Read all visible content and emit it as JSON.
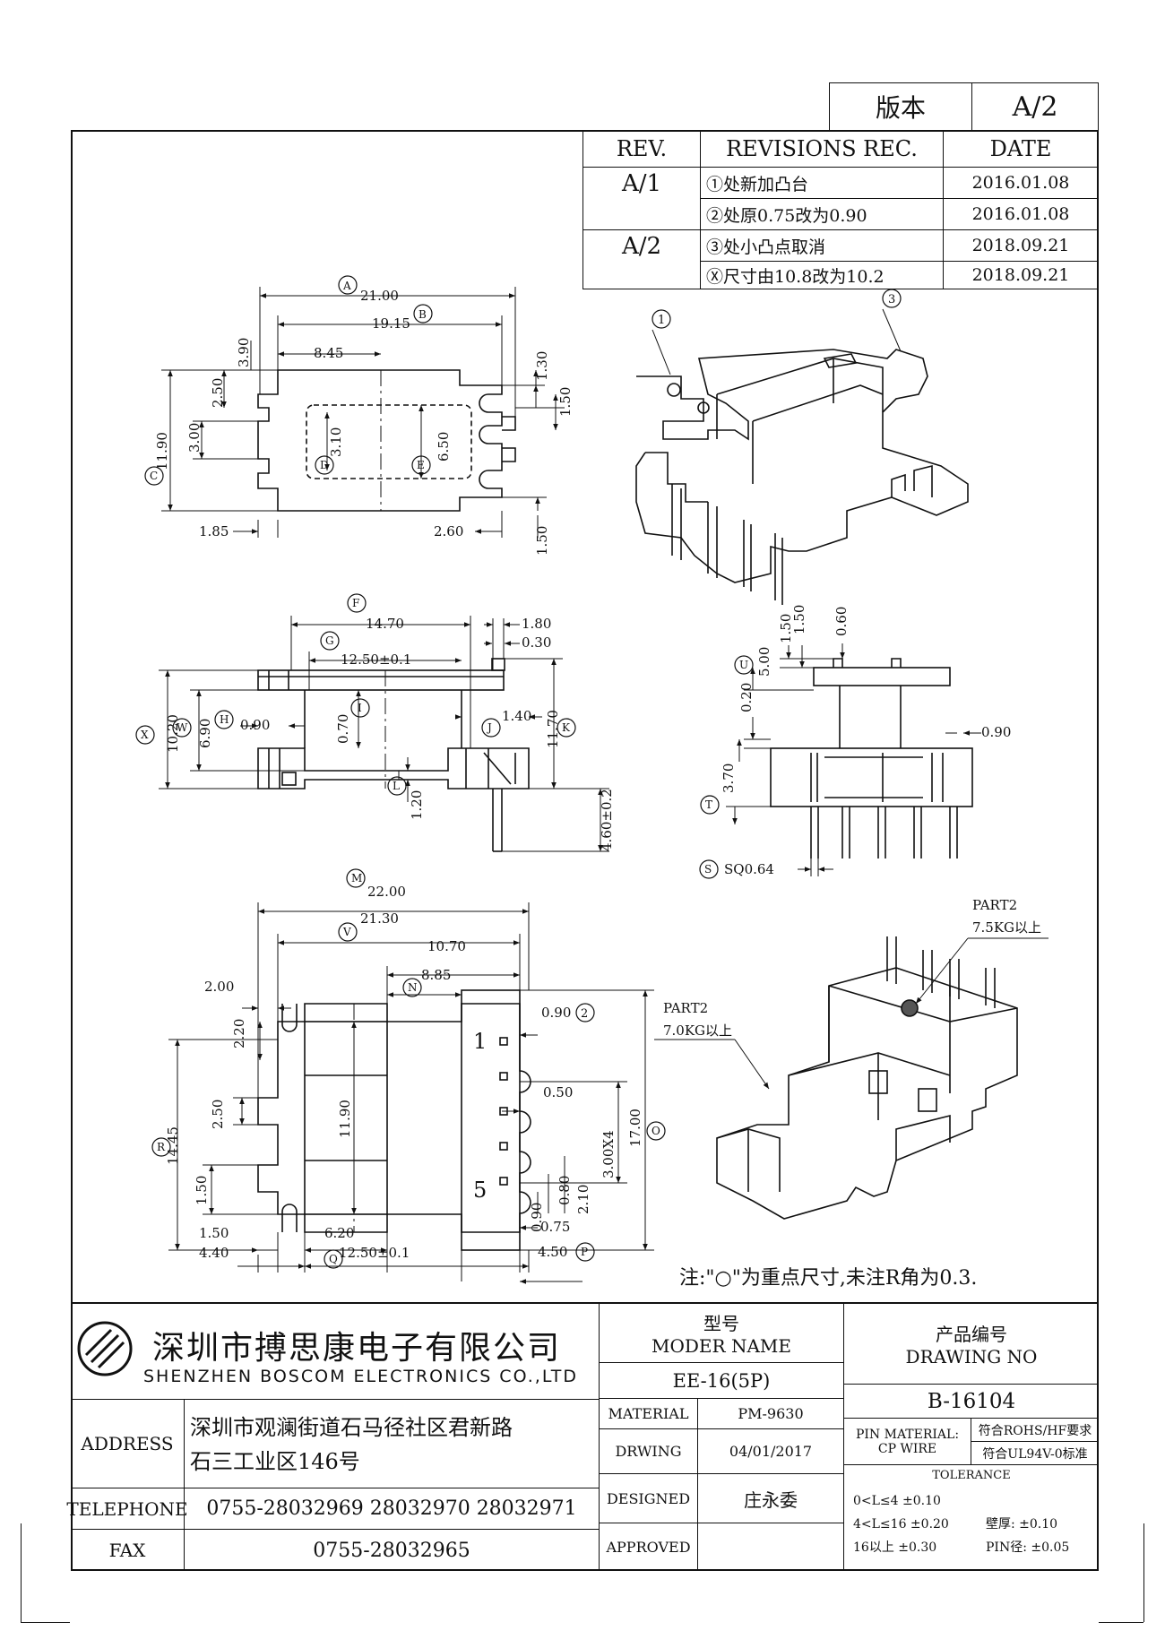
{
  "version_box": {
    "label": "版本",
    "value": "A/2"
  },
  "revisions": {
    "headers": {
      "rev": "REV.",
      "rec": "REVISIONS REC.",
      "date": "DATE"
    },
    "rows": [
      {
        "rev": "A/1",
        "rec": "①处新加凸台",
        "date": "2016.01.08"
      },
      {
        "rev": "",
        "rec": "②处原0.75改为0.90",
        "date": "2016.01.08"
      },
      {
        "rev": "A/2",
        "rec": "③处小凸点取消",
        "date": "2018.09.21"
      },
      {
        "rev": "",
        "rec": "Ⓧ尺寸由10.8改为10.2",
        "date": "2018.09.21"
      }
    ]
  },
  "top_view": {
    "dims": {
      "a": "21.00",
      "b": "19.15",
      "w845": "8.45",
      "h390": "3.90",
      "h250": "2.50",
      "h300": "3.00",
      "c1190": "11.90",
      "d310": "3.10",
      "e650": "6.50",
      "r130": "1.30",
      "r150": "1.50",
      "b185": "1.85",
      "b260": "2.60",
      "r150b": "1.50"
    },
    "labels": {
      "A": "A",
      "B": "B",
      "C": "C",
      "D": "D",
      "E": "E"
    }
  },
  "side_view": {
    "dims": {
      "f": "14.70",
      "g": "12.50±0.1",
      "r180": "1.80",
      "r030": "0.30",
      "h090": "0.90",
      "w690": "6.90",
      "x1020": "10.20",
      "v070": "0.70",
      "r140": "1.40",
      "k1170": "11.70",
      "r460": "4.60±0.2",
      "l120": "1.20"
    },
    "labels": {
      "F": "F",
      "G": "G",
      "H": "H",
      "I": "I",
      "J": "J",
      "K": "K",
      "L": "L",
      "W": "W",
      "X": "X"
    }
  },
  "front_view": {
    "dims": {
      "u150": "1.50",
      "u150b": "1.50",
      "u060": "0.60",
      "u500": "5.00",
      "u020": "0.20",
      "r090": "0.90",
      "t370": "3.70",
      "s": "SQ0.64"
    },
    "labels": {
      "U": "U",
      "T": "T",
      "S": "S"
    }
  },
  "bottom_view": {
    "dims": {
      "m": "22.00",
      "v": "21.30",
      "w1070": "10.70",
      "n885": "8.85",
      "l200": "2.00",
      "l220": "2.20",
      "r090": "0.90",
      "l250": "2.50",
      "c1190": "11.90",
      "r050": "0.50",
      "l1445": "14.45",
      "r300": "3.00X4",
      "o1700": "17.00",
      "l150": "1.50",
      "b150": "1.50",
      "b620": "6.20",
      "b440": "4.40",
      "q": "12.50±0.1",
      "b090": "0.90",
      "b080": "0.80",
      "b210": "2.10",
      "b075": "0.75",
      "p450": "4.50"
    },
    "labels": {
      "M": "M",
      "V": "V",
      "N": "N",
      "R": "R",
      "O": "O",
      "Q": "Q",
      "P": "P"
    },
    "pins": {
      "first": "1",
      "last": "5"
    },
    "circ2": "2"
  },
  "iso": {
    "c1": "1",
    "c3": "3",
    "part2a_title": "PART2",
    "part2a_value": "7.5KG以上",
    "part2b_title": "PART2",
    "part2b_value": "7.0KG以上"
  },
  "note": "注:\"○\"为重点尺寸,未注R角为0.3.",
  "title_block": {
    "company_cn": "深圳市搏思康电子有限公司",
    "company_en": "SHENZHEN BOSCOM ELECTRONICS CO.,LTD",
    "model_cn": "型号",
    "model_en": "MODER NAME",
    "model_value": "EE-16(5P)",
    "drawing_cn": "产品编号",
    "drawing_en": "DRAWING NO",
    "drawing_value": "B-16104",
    "address_label": "ADDRESS",
    "address_line1": "深圳市观澜街道石马径社区君新路",
    "address_line2": "石三工业区146号",
    "telephone_label": "TELEPHONE",
    "telephone_value": "0755-28032969 28032970 28032971",
    "fax_label": "FAX",
    "fax_value": "0755-28032965",
    "material_label": "MATERIAL",
    "material_value": "PM-9630",
    "drwing_label": "DRWING",
    "drwing_value": "04/01/2017",
    "designed_label": "DESIGNED",
    "designed_value": "庄永委",
    "approved_label": "APPROVED",
    "pin_material_label": "PIN MATERIAL:",
    "pin_wire_label": "CP WIRE",
    "rohs": "符合ROHS/HF要求",
    "ul": "符合UL94V-0标准",
    "tolerance_label": "TOLERANCE",
    "tol1": "0<L≤4 ±0.10",
    "tol2": "4<L≤16 ±0.20",
    "tol3": "16以上 ±0.30",
    "wall": "壁厚: ±0.10",
    "pin_dia": "PIN径: ±0.05"
  }
}
